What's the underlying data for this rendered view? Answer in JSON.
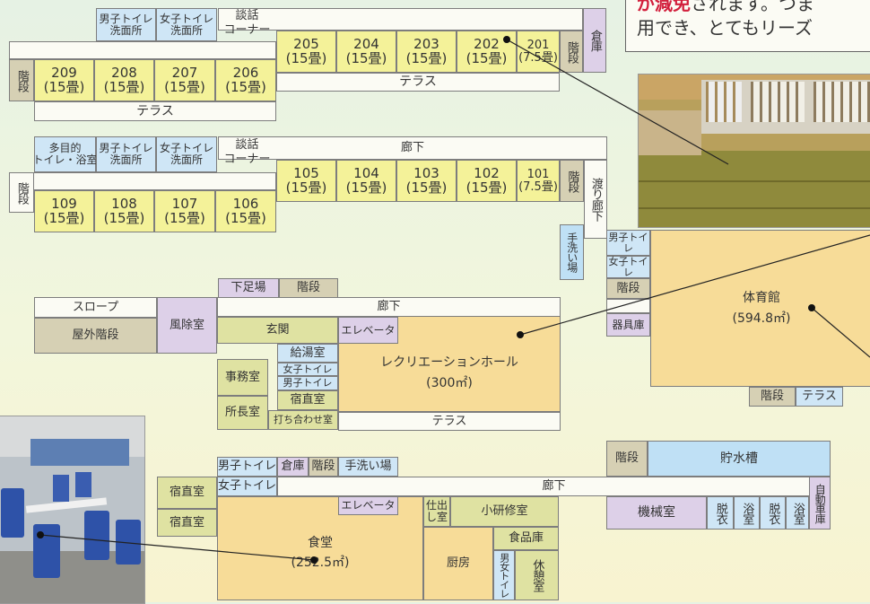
{
  "callout": {
    "line1_emph": "が減免",
    "line1_rest": "されます。つま",
    "line2": "用でき、とてもリーズ"
  },
  "f2": {
    "wc_m": "男子トイレ\n洗面所",
    "wc_f": "女子トイレ\n洗面所",
    "talk": "談話\nコーナー",
    "r205": "205\n(15畳)",
    "r204": "204\n(15畳)",
    "r203": "203\n(15畳)",
    "r202": "202\n(15畳)",
    "r201": "201\n(7.5畳)",
    "stair_r": "階段",
    "storage": "倉庫",
    "stair_l": "階段",
    "r209": "209\n(15畳)",
    "r208": "208\n(15畳)",
    "r207": "207\n(15畳)",
    "r206": "206\n(15畳)",
    "terrace_r": "テラス",
    "terrace_l": "テラス"
  },
  "f1": {
    "multi": "多目的\nトイレ・浴室",
    "wc_m": "男子トイレ\n洗面所",
    "wc_f": "女子トイレ\n洗面所",
    "talk": "談話\nコーナー",
    "corridor": "廊下",
    "r105": "105\n(15畳)",
    "r104": "104\n(15畳)",
    "r103": "103\n(15畳)",
    "r102": "102\n(15畳)",
    "r101": "101\n(7.5畳)",
    "stair_r": "階段",
    "stair_l": "階段",
    "r109": "109\n(15畳)",
    "r108": "108\n(15畳)",
    "r107": "107\n(15畳)",
    "r106": "106\n(15畳)",
    "bridge": "渡り廊下",
    "handwash": "手洗い場"
  },
  "gym": {
    "wc_m": "男子トイレ",
    "wc_f": "女子トイレ",
    "stair": "階段",
    "equip": "器具庫",
    "name": "体育館",
    "area": "(594.8㎡)",
    "stair_b": "階段",
    "terrace": "テラス"
  },
  "g": {
    "shoes": "下足場",
    "stair_top": "階段",
    "slope": "スロープ",
    "outer_stair": "屋外階段",
    "windbreak": "風除室",
    "corridor": "廊下",
    "entrance": "玄関",
    "elevator": "エレベータ",
    "kitchenette": "給湯室",
    "wc_f": "女子トイレ",
    "wc_m": "男子トイレ",
    "night": "宿直室",
    "office": "事務室",
    "director": "所長室",
    "meeting": "打ち合わせ室",
    "rec_hall": "レクリエーションホール",
    "rec_area": "(300㎡)",
    "terrace": "テラス"
  },
  "b": {
    "wc_m": "男子トイレ",
    "storage": "倉庫",
    "stair": "階段",
    "handwash": "手洗い場",
    "wc_f": "女子トイレ",
    "corridor": "廊下",
    "night1": "宿直室",
    "night2": "宿直室",
    "elevator": "エレベータ",
    "shikake": "仕出\nし室",
    "study": "小研修室",
    "dining": "食堂",
    "dining_area": "(252.5㎡)",
    "kitchen": "厨房",
    "pantry": "食品庫",
    "wc_mf": "男女トイレ",
    "rest": "休憩室",
    "stair_r": "階段",
    "tank": "貯水槽",
    "machine": "機械室",
    "undress1": "脱衣",
    "bath1": "浴室",
    "undress2": "脱衣",
    "bath2": "浴室",
    "car": "自動車庫"
  }
}
